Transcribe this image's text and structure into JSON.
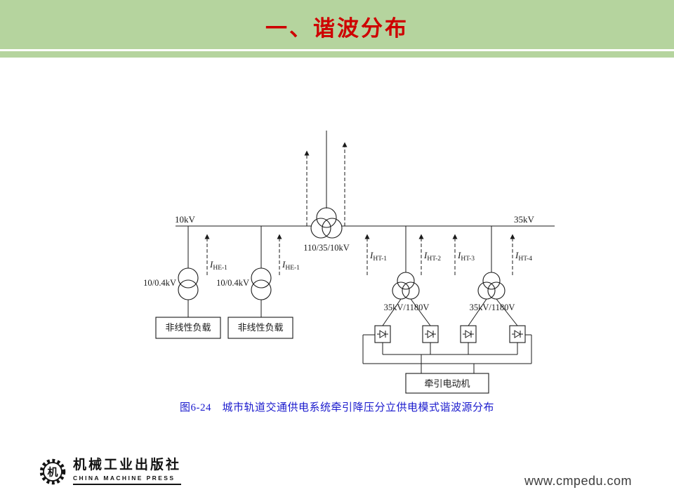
{
  "slide": {
    "title": "一、谐波分布",
    "caption": "图6-24　城市轨道交通供电系统牵引降压分立供电模式谐波源分布"
  },
  "diagram": {
    "bus_left": "10kV",
    "bus_right": "35kV",
    "main_transformer": "110/35/10kV",
    "dist_transformer_1": "10/0.4kV",
    "dist_transformer_2": "10/0.4kV",
    "nonlinear_load_1": "非线性负载",
    "nonlinear_load_2": "非线性负载",
    "traction_transformer_1": "35kV/1180V",
    "traction_transformer_2": "35kV/1180V",
    "traction_motor": "牵引电动机",
    "current_symbol": "I",
    "i_he_1": "HE-1",
    "i_he_2": "HE-1",
    "i_ht_1": "HT-1",
    "i_ht_2": "HT-2",
    "i_ht_3": "HT-3",
    "i_ht_4": "HT-4"
  },
  "footer": {
    "logo_char": "机",
    "publisher_cn": "机械工业出版社",
    "publisher_en": "CHINA MACHINE PRESS",
    "website": "www.cmpedu.com"
  }
}
